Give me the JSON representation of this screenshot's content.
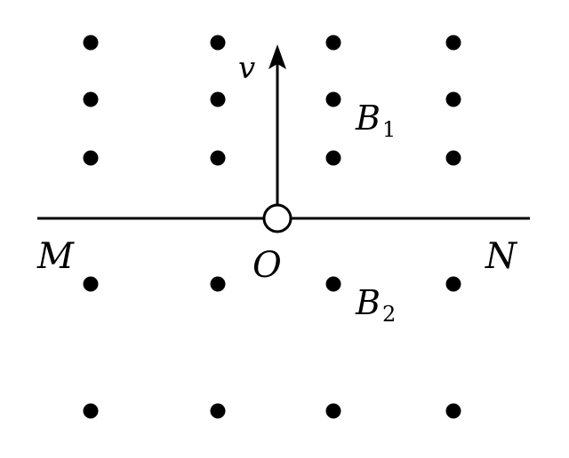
{
  "colors": {
    "ink": "#000000",
    "background": "#ffffff"
  },
  "labels": {
    "velocity": "v",
    "region_top_field": "B",
    "region_top_sub": "1",
    "region_bottom_field": "B",
    "region_bottom_sub": "2",
    "left_point": "M",
    "origin_point": "O",
    "right_point": "N"
  },
  "field_dots": {
    "upper_region_rows": 3,
    "lower_region_rows": 2,
    "columns": 4
  }
}
